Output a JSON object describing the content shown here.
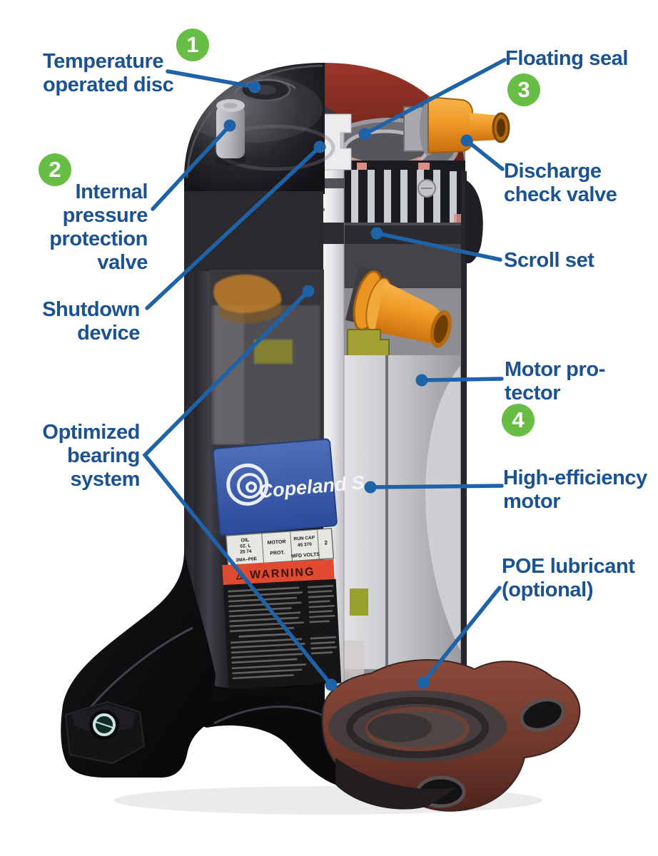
{
  "figure": {
    "description": "Cutaway diagram of a Copeland Scroll compressor with numbered callouts",
    "palette": {
      "label_text_blue": "#1b5291",
      "leader_line_blue": "#1e62a8",
      "marker_green": "#68bd45",
      "marker_number_white": "#ffffff",
      "shell_black": "#101013",
      "cap_red": "#8e2f24",
      "fitting_orange": "#ef9a26",
      "motor_gray": "#c2c3c7",
      "base_brown": "#6e372b",
      "brand_panel_blue": "#3a5dab",
      "warning_band_red": "#e04a31"
    }
  },
  "markers": [
    {
      "number": "1"
    },
    {
      "number": "2"
    },
    {
      "number": "3"
    },
    {
      "number": "4"
    }
  ],
  "callouts": {
    "temperature_disc": {
      "lines": [
        "Temperature",
        "operated disc"
      ]
    },
    "internal_pressure_valve": {
      "lines": [
        "Internal",
        "pressure",
        "protection",
        "valve"
      ]
    },
    "shutdown_device": {
      "lines": [
        "Shutdown",
        "device"
      ]
    },
    "optimized_bearing": {
      "lines": [
        "Optimized",
        "bearing",
        "system"
      ]
    },
    "floating_seal": {
      "lines": [
        "Floating seal"
      ]
    },
    "discharge_check_valve": {
      "lines": [
        "Discharge",
        "check valve"
      ]
    },
    "scroll_set": {
      "lines": [
        "Scroll set"
      ]
    },
    "motor_protector": {
      "lines": [
        "Motor pro-",
        "tector"
      ]
    },
    "high_efficiency_motor": {
      "lines": [
        "High-efficiency",
        "motor"
      ]
    },
    "poe_lubricant": {
      "lines": [
        "POE lubricant",
        "(optional)"
      ]
    }
  },
  "compressor": {
    "brand_label": "Copeland S",
    "warning_symbol": "⚠",
    "warning_title": "WARNING",
    "nameplate": {
      "oil": "OIL",
      "oil_cols": "0Z.  L",
      "oil_vals": "25  74",
      "oil_type": "3MA–P0E",
      "motor": "MOTOR",
      "prot": "PROT.",
      "run_cap": "RUN  CAP",
      "run_cap_vals": "45  370",
      "mfd": "MFD VOLTS",
      "partial_right": "2"
    }
  }
}
